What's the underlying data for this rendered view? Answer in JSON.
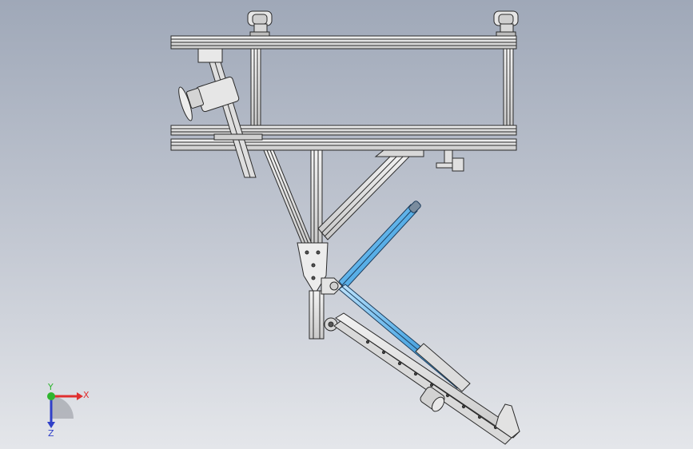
{
  "view": {
    "background_top": "#9fa8b8",
    "background_bottom": "#e4e6ea"
  },
  "triad": {
    "x_label": "X",
    "y_label": "Y",
    "z_label": "Z",
    "x_color": "#e03030",
    "y_color": "#2fb52f",
    "z_color": "#3040c8"
  },
  "colors": {
    "frame_fill": "#dcdcdc",
    "frame_stroke": "#2a2a2a",
    "cylinder_highlight": "#5ab0e8"
  }
}
